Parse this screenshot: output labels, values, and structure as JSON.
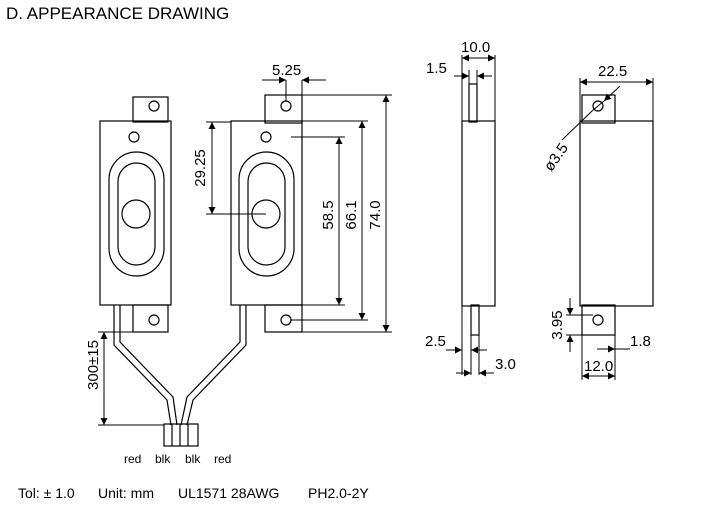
{
  "title": "D. APPEARANCE DRAWING",
  "footer": {
    "tolerance": "Tol: ± 1.0",
    "unit": "Unit: mm",
    "cable": "UL1571 28AWG",
    "connector": "PH2.0-2Y"
  },
  "wire_labels": [
    "red",
    "blk",
    "blk",
    "red"
  ],
  "dimensions": {
    "hole_offset": "5.25",
    "cone_center_height": "29.25",
    "hole_span": "58.5",
    "body_length": "66.1",
    "overall_length": "74.0",
    "cable_length": "300±15",
    "side_depth": "10.0",
    "side_tab": "1.5",
    "side_tab_bottom": "2.5",
    "side_body": "3.0",
    "end_width": "22.5",
    "hole_diameter": "ø3.5",
    "hole_edge": "3.95",
    "tab_thickness": "1.8",
    "tab_width": "12.0"
  },
  "colors": {
    "line": "#000000",
    "background": "#ffffff"
  }
}
